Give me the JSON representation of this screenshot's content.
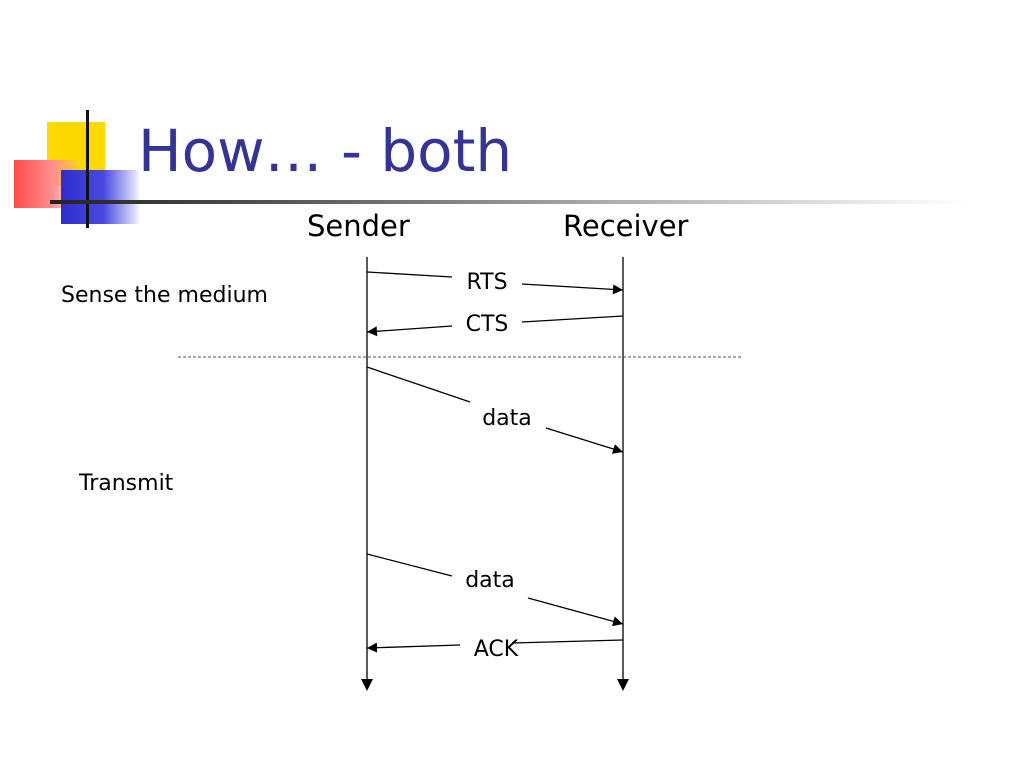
{
  "slide": {
    "title": "How… - both"
  },
  "diagram": {
    "actors": [
      "Sender",
      "Receiver"
    ],
    "phases": [
      "Sense the medium",
      "Transmit"
    ],
    "messages": [
      {
        "label": "RTS",
        "from": "Sender",
        "to": "Receiver"
      },
      {
        "label": "CTS",
        "from": "Receiver",
        "to": "Sender"
      },
      {
        "label": "data",
        "from": "Sender",
        "to": "Receiver"
      },
      {
        "label": "data",
        "from": "Sender",
        "to": "Receiver"
      },
      {
        "label": "ACK",
        "from": "Receiver",
        "to": "Sender"
      }
    ]
  }
}
